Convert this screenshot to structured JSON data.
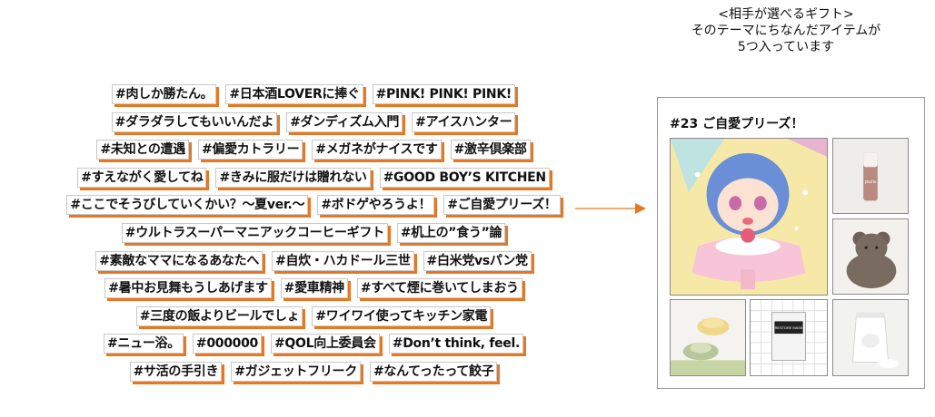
{
  "caption": {
    "line1": "<相手が選べるギフト>",
    "line2": "そのテーマにちなんだアイテムが",
    "line3": "5つ入っています"
  },
  "tag_rows": [
    [
      "#肉しか勝たん。",
      "#日本酒LOVERに捧ぐ",
      "#PINK! PINK! PINK!"
    ],
    [
      "#ダラダラしてもいいんだよ",
      "#ダンディズム入門",
      "#アイスハンター"
    ],
    [
      "#未知との遭遇",
      "#偏愛カトラリー",
      "#メガネがナイスです",
      "#激辛倶楽部"
    ],
    [
      "#すえながく愛してね",
      "#きみに服だけは贈れない",
      "#GOOD BOY’S KITCHEN"
    ],
    [
      "#ここでそうびしていくかい？～夏ver.～",
      "#ボドゲやろうよ！",
      "#ご自愛プリーズ！"
    ],
    [
      "#ウルトラスーパーマニアックコーヒーギフト",
      "#机上の”食う”論"
    ],
    [
      "#素敵なママになるあなたへ",
      "#自炊・ハカドール三世",
      "#白米党vsパン党"
    ],
    [
      "#暑中お見舞もうしあげます",
      "#愛車精神",
      "#すべて煙に巻いてしまおう"
    ],
    [
      "#三度の飯よりビールでしょ",
      "#ワイワイ使ってキッチン家電"
    ],
    [
      "#ニュー浴。",
      "#000000",
      "#QOL向上委員会",
      "#Don’t think, feel."
    ],
    [
      "#サ活の手引き",
      "#ガジェットフリーク",
      "#なんてったって餃子"
    ]
  ],
  "card": {
    "title": "#23 ご自愛プリーズ！",
    "product_labels": {
      "balm": "pura",
      "mask": "RESTORE MASK"
    }
  },
  "colors": {
    "tag_shadow": "#e87722",
    "arrow": "#e87722",
    "card_border": "#9a9a9a"
  },
  "icons": {
    "arrow": "arrow-right-icon"
  }
}
